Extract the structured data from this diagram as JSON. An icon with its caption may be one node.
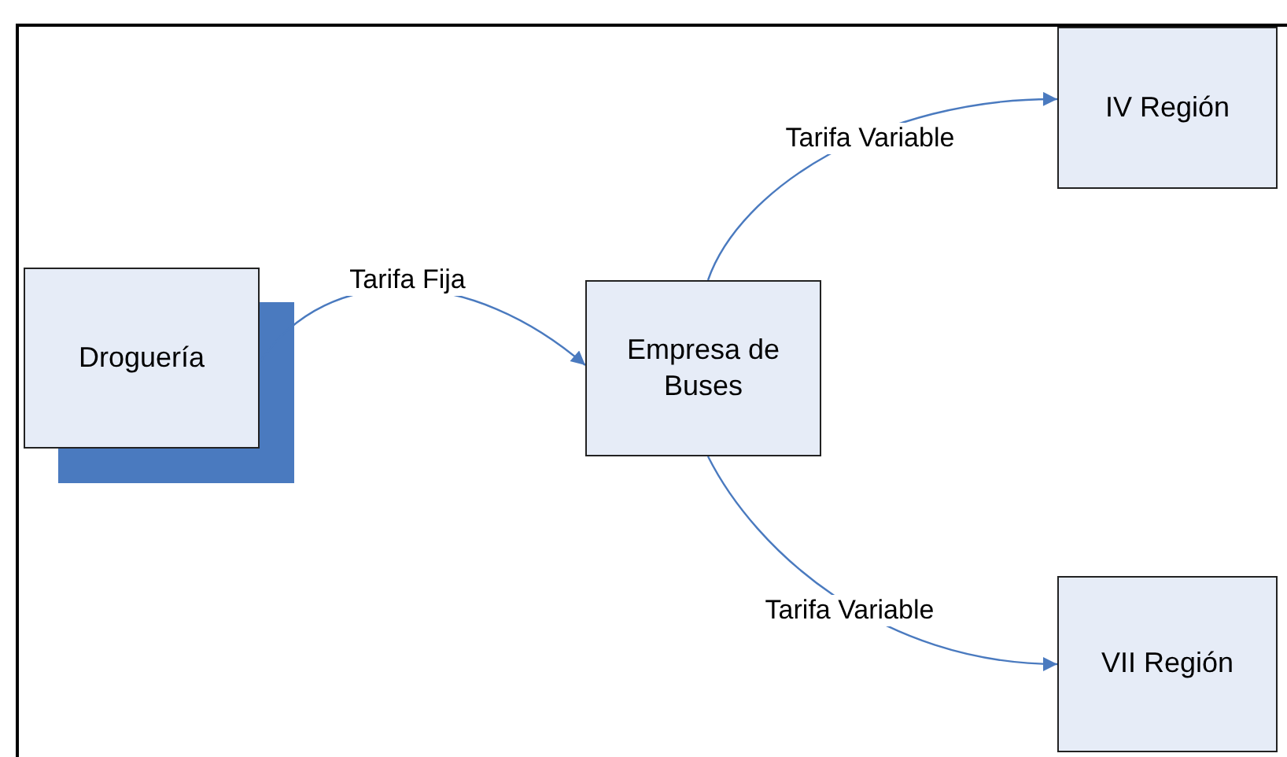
{
  "diagram": {
    "nodes": [
      {
        "text": [
          "Droguería"
        ]
      },
      {
        "text": [
          "Empresa de Buses"
        ]
      },
      {
        "text": [
          "IV Región"
        ]
      },
      {
        "text": [
          "VII Región"
        ]
      }
    ],
    "edges": [
      {
        "from": 0,
        "to": 1,
        "arrow": "to",
        "label": "Tarifa Fija"
      },
      {
        "from": 1,
        "to": 2,
        "arrow": "to",
        "label": "Tarifa Variable"
      },
      {
        "from": 1,
        "to": 3,
        "arrow": "to",
        "label": "Tarifa Variable"
      }
    ]
  }
}
